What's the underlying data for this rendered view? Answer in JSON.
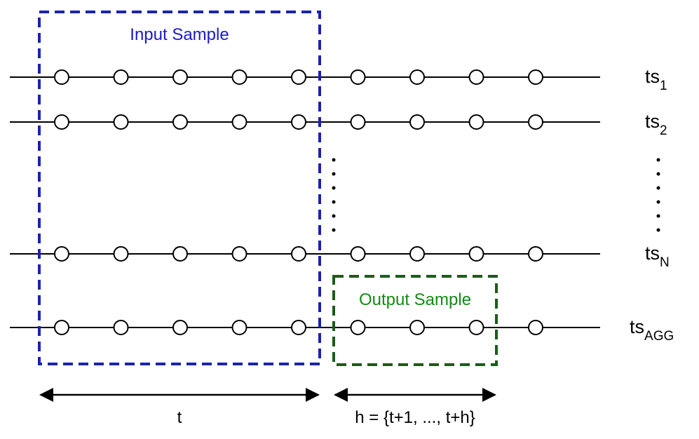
{
  "colors": {
    "input_box": "#1a23b0",
    "output_box": "#1a5c1a",
    "input_title": "#1a1acd",
    "output_title": "#148a14",
    "line": "#000000"
  },
  "input_box": {
    "title": "Input Sample"
  },
  "output_box": {
    "title": "Output Sample"
  },
  "series": [
    {
      "base": "ts",
      "sub": "1"
    },
    {
      "base": "ts",
      "sub": "2"
    },
    {
      "base": "ts",
      "sub": "N"
    },
    {
      "base": "ts",
      "sub": "AGG"
    }
  ],
  "points_per_series": 9,
  "dimensions": {
    "input_label": "t",
    "horizon_label": "h = {t+1, ..., t+h}"
  }
}
